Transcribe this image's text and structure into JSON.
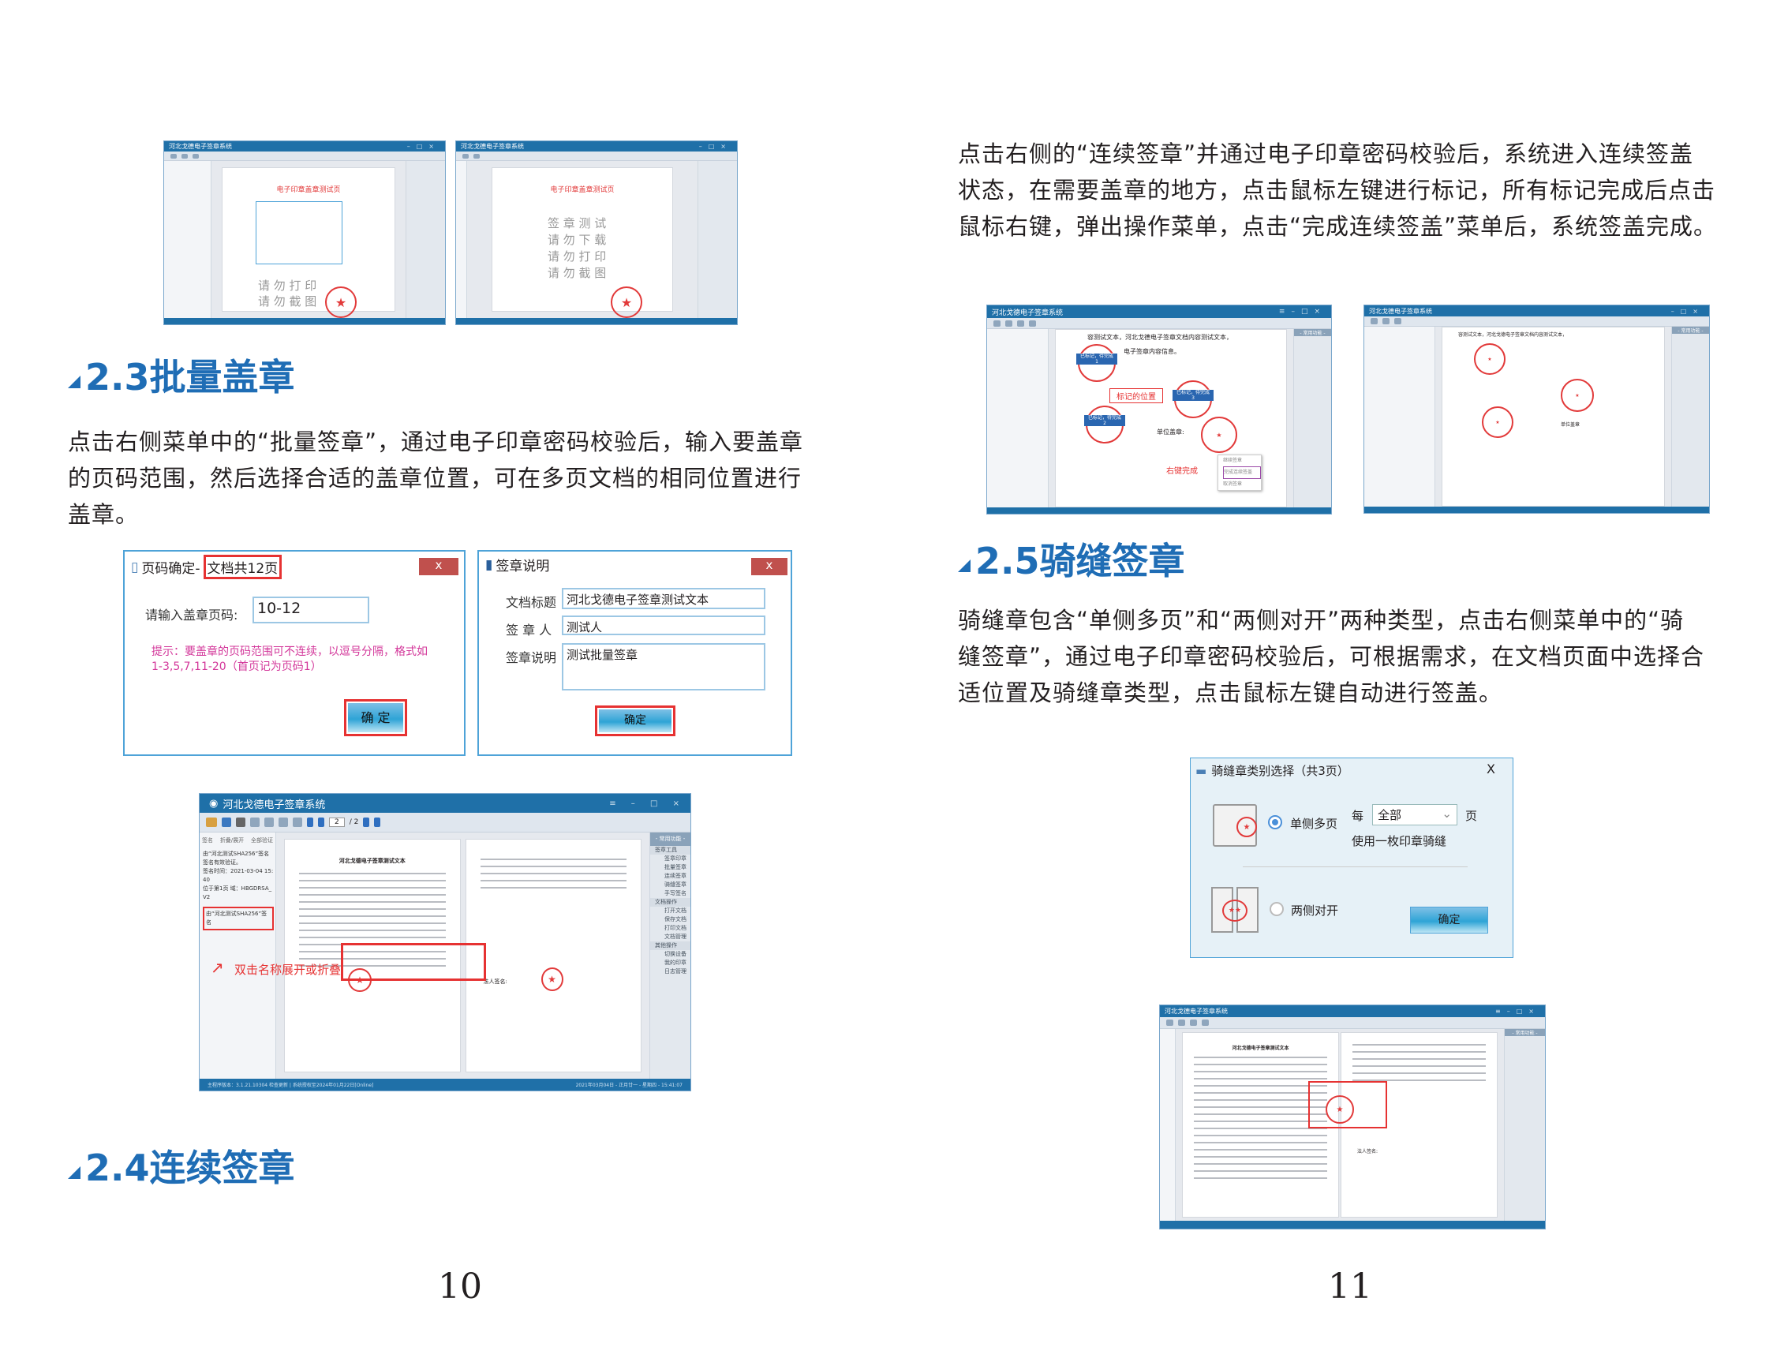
{
  "left": {
    "section_23": {
      "title": "2.3批量盖章",
      "paragraph": [
        "点击右侧菜单中的“批量签章”，通过电子印章密码校验后，输入要盖章",
        "的页码范围，然后选择合适的盖章位置，可在多页文档的相同位置进行",
        "盖章。"
      ]
    },
    "top_shots": {
      "title": "河北戈德电子签章系统",
      "doc_title": "电子印章盖章测试页",
      "text_lines": [
        "签 章 测 试",
        "请 勿 下 载",
        "请 勿 打 印",
        "请 勿 截 图"
      ]
    },
    "page_dialog": {
      "title": "页码确定-",
      "title_highlight": "文档共12页",
      "close": "x",
      "label": "请输入盖章页码:",
      "value": "10-12",
      "hint": [
        "提示：要盖章的页码范围可不连续，以逗号分隔，格式如",
        "1-3,5,7,11-20（首页记为页码1）"
      ],
      "ok": "确  定"
    },
    "sign_dialog": {
      "title": "签章说明",
      "close": "x",
      "fields": [
        {
          "label": "文档标题",
          "value": "河北戈德电子签章测试文本"
        },
        {
          "label": "签 章 人",
          "value": "测试人"
        },
        {
          "label": "签章说明",
          "value": "测试批量签章"
        }
      ],
      "ok": "确定"
    },
    "app": {
      "title": "河北戈德电子签章系统",
      "page_current": "2",
      "page_total": "/ 2",
      "left_tabs": [
        "签名",
        "折叠/展开",
        "全部验证"
      ],
      "sig_items": [
        "由“河北测试SHA256”签名",
        "签名有效验证。",
        "签名时间：2021-03-04 15:40",
        "位于第1页 域：HBGDRSA_V2",
        "由“河北测试SHA256”签名"
      ],
      "annotation": "双击名称展开或折叠",
      "doc_heading": "河北戈德电子签章测试文本",
      "signer_label": "法人签名:",
      "right_header": "- 常用功能 -",
      "groups": [
        {
          "name": "签章工具",
          "items": [
            "签章印章",
            "批量签章",
            "连续签章",
            "骑缝签章",
            "手写签名"
          ]
        },
        {
          "name": "文档操作",
          "items": [
            "打开文档",
            "保存文档",
            "打印文档",
            "文档管理"
          ]
        },
        {
          "name": "其他操作",
          "items": [
            "切换设备",
            "我的印章",
            "日志管理"
          ]
        }
      ],
      "status_left": "主程序版本：3.1.21.10304 检查更新 | 系统授权至2024年01月22日[Online]",
      "status_right": "2021年03月04日 - 正月廿一 - 星期四 - 15:41:07"
    },
    "section_24": {
      "title": "2.4连续签章"
    },
    "page_number": "10"
  },
  "right": {
    "paragraph_24": [
      "点击右侧的“连续签章”并通过电子印章密码校验后，系统进入连续签盖",
      "状态，在需要盖章的地方，点击鼠标左键进行标记，所有标记完成后点击",
      "鼠标右键，弹出操作菜单，点击“完成连续签盖”菜单后，系统签盖完成。"
    ],
    "cont_app": {
      "doc_text": [
        "容测试文本，河北戈德电子签章文档内容测试文本，",
        "电子签章内容信息。"
      ],
      "mark_label": "已标记，待完成",
      "marks": [
        "1",
        "2",
        "3"
      ],
      "callout_mark": "标记的位置",
      "callout_right": "右键完成",
      "unit_label": "单位盖章:",
      "menu": [
        "继续签章",
        "完成连续签盖",
        "取消签章"
      ],
      "seal_label": "单位盖章"
    },
    "section_25": {
      "title": "2.5骑缝签章",
      "paragraph": [
        "骑缝章包含“单侧多页”和“两侧对开”两种类型，点击右侧菜单中的“骑",
        "缝签章”，通过电子印章密码校验后，可根据需求，在文档页面中选择合",
        "适位置及骑缝章类型，点击鼠标左键自动进行签盖。"
      ]
    },
    "seam_dialog": {
      "title": "骑缝章类别选择（共3页）",
      "close": "X",
      "opt1": "单侧多页",
      "every": "每",
      "select": "全部",
      "page_unit": "页",
      "note": "使用一枚印章骑缝",
      "opt2": "两侧对开",
      "ok": "确定",
      "selected": "单侧多页"
    },
    "page_number": "11"
  },
  "colors": {
    "accent": "#1f6db5",
    "highlight": "#e63232",
    "titlebar": "#1f70a8"
  }
}
